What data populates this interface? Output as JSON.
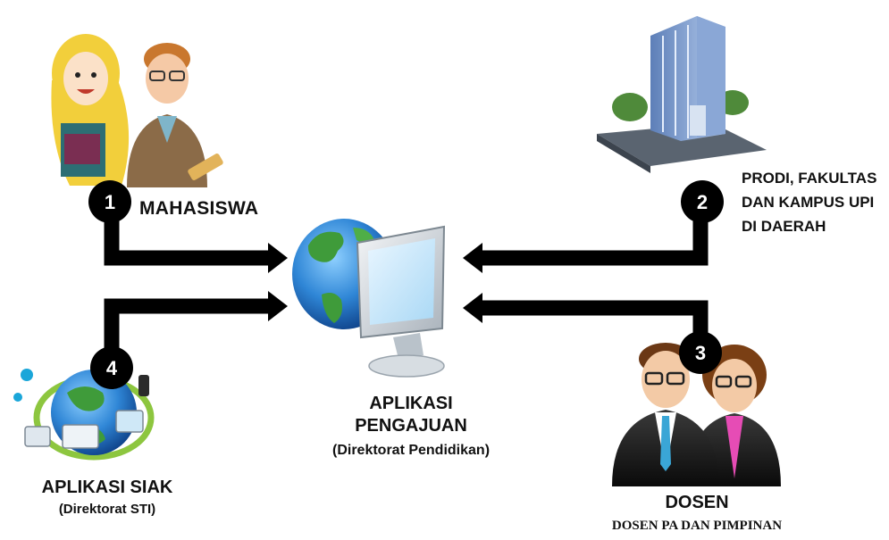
{
  "nodes": {
    "mahasiswa": {
      "number": "1",
      "label": "MAHASISWA",
      "icon": "students-icon"
    },
    "prodi": {
      "number": "2",
      "label_lines": [
        "PRODI, FAKULTAS",
        "DAN KAMPUS UPI",
        "DI DAERAH"
      ],
      "icon": "building-icon"
    },
    "dosen": {
      "number": "3",
      "label": "DOSEN",
      "sublabel": "DOSEN PA DAN PIMPINAN",
      "icon": "lecturers-icon"
    },
    "siak": {
      "number": "4",
      "label": "APLIKASI SIAK",
      "sublabel": "(Direktorat STI)",
      "icon": "network-globe-icon"
    },
    "center": {
      "label_lines": [
        "APLIKASI",
        "PENGAJUAN"
      ],
      "sublabel": "(Direktorat Pendidikan)",
      "icon": "computer-globe-icon"
    }
  },
  "colors": {
    "arrow": "#000000",
    "badge": "#000000",
    "badge_text": "#ffffff",
    "globe_ocean": "#2f86d6",
    "globe_land": "#3f9b3a"
  }
}
